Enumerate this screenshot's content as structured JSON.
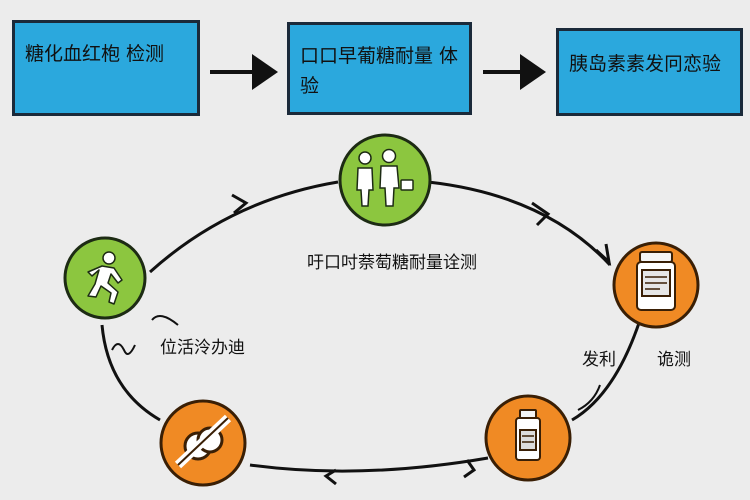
{
  "steps": [
    {
      "label": "糖化血红枹 检测"
    },
    {
      "label": "口口早葡糖耐量 体验"
    },
    {
      "label": "胰岛素素发冋恋验"
    }
  ],
  "cycle": {
    "center_label": "吁口吋萘萄糖耐量诠测",
    "left_label": "位活泠办迪",
    "right_label_a": "发利",
    "right_label_b": "诡测"
  },
  "colors": {
    "box": "#2ba8dd",
    "green": "#8cc63f",
    "orange": "#f08a24"
  }
}
